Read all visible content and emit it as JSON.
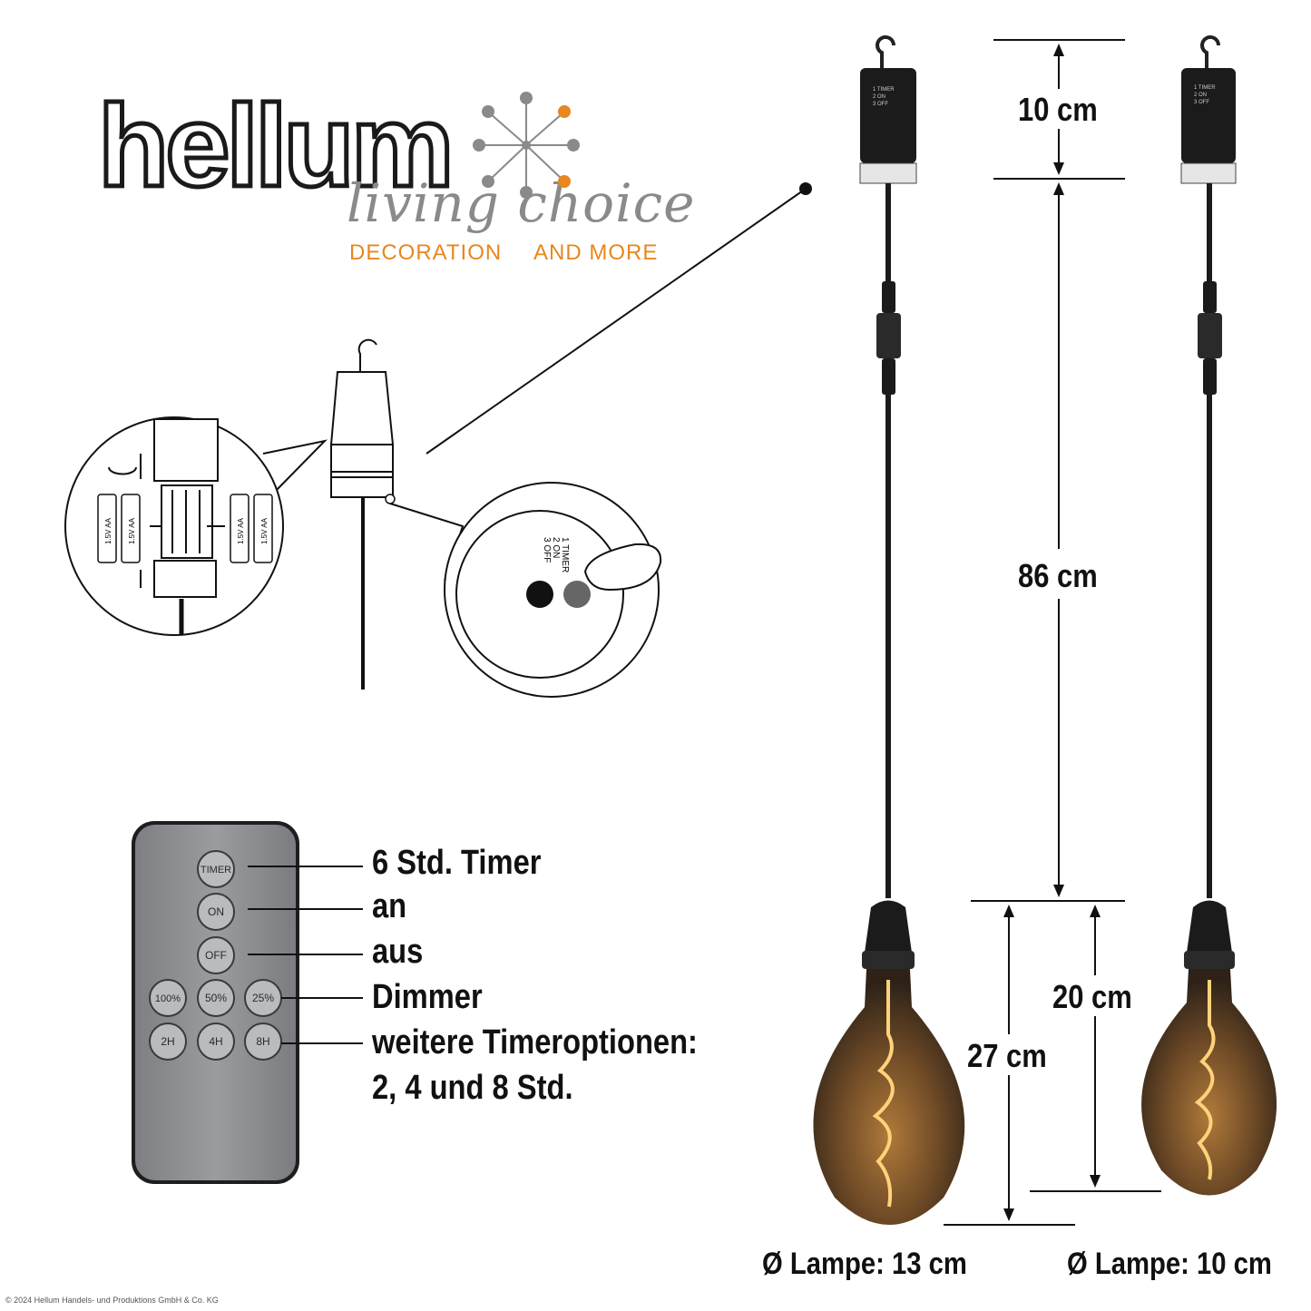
{
  "brand": {
    "name": "hellum",
    "script": "living choice",
    "tagline_left": "DECORATION",
    "tagline_right": "AND MORE",
    "accent": "#e8871e"
  },
  "switch_labels": [
    "1 TIMER",
    "2 ON",
    "3 OFF"
  ],
  "battery_label": "1.5V AA",
  "remote": {
    "buttons": [
      "TIMER",
      "ON",
      "OFF",
      "100%",
      "50%",
      "25%",
      "2H",
      "4H",
      "8H"
    ]
  },
  "features": [
    "6 Std. Timer",
    "an",
    "aus",
    "Dimmer",
    "weitere Timeroptionen:",
    "2, 4 und 8 Std."
  ],
  "dimensions": {
    "box_height": "10 cm",
    "cable_length": "86 cm",
    "small_lamp_height": "20 cm",
    "large_lamp_height": "27 cm",
    "large_diameter": "Ø Lampe: 13 cm",
    "small_diameter": "Ø Lampe: 10 cm"
  },
  "copyright": "© 2024 Hellum Handels- und Produktions GmbH & Co. KG"
}
